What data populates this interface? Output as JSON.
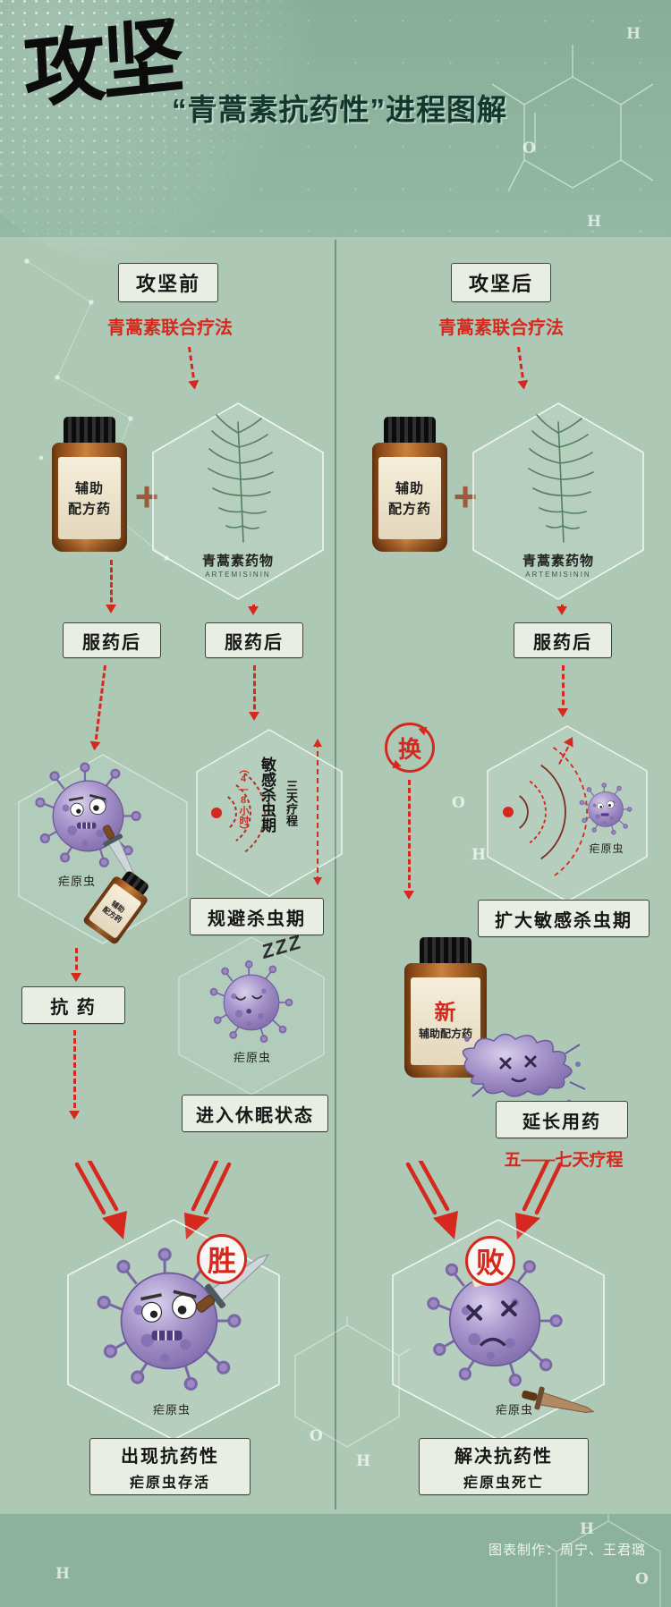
{
  "header": {
    "logo": "攻坚",
    "title": "“青蒿素抗药性”进程图解"
  },
  "left": {
    "stage": "攻坚前",
    "therapy": "青蒿素联合疗法",
    "plus": "+",
    "bottle_line1": "辅助",
    "bottle_line2": "配方药",
    "plant_name": "青蒿素药物",
    "plant_sub": "ARTEMISININ",
    "after_dose_a": "服药后",
    "after_dose_b": "服药后",
    "parasite_label": "疟原虫",
    "tilted_line1": "辅助",
    "tilted_line2": "配方药",
    "wave_hours": "（4—8小时）",
    "wave_period": "敏感杀虫期",
    "wave_course": "三天疗程",
    "avoid_box": "规避杀虫期",
    "resist_box": "抗 药",
    "zzz": "ZZZ",
    "sleep_label": "疟原虫",
    "dormant_box": "进入休眠状态",
    "win_badge": "胜",
    "final_label": "疟原虫",
    "result_title": "出现抗药性",
    "result_sub": "疟原虫存活"
  },
  "right": {
    "stage": "攻坚后",
    "therapy": "青蒿素联合疗法",
    "plus": "+",
    "bottle_line1": "辅助",
    "bottle_line2": "配方药",
    "plant_name": "青蒿素药物",
    "plant_sub": "ARTEMISININ",
    "after_dose": "服药后",
    "swap": "换",
    "wave_label": "疟原虫",
    "expand_box": "扩大敏感杀虫期",
    "new_tag": "新",
    "new_line": "辅助配方药",
    "extend_box": "延长用药",
    "course": "五——七天疗程",
    "lose_badge": "败",
    "final_label": "疟原虫",
    "result_title": "解决抗药性",
    "result_sub": "疟原虫死亡"
  },
  "footer": {
    "credit": "图表制作：周宁、王君璐"
  },
  "decor": {
    "h": "H",
    "o": "O"
  }
}
